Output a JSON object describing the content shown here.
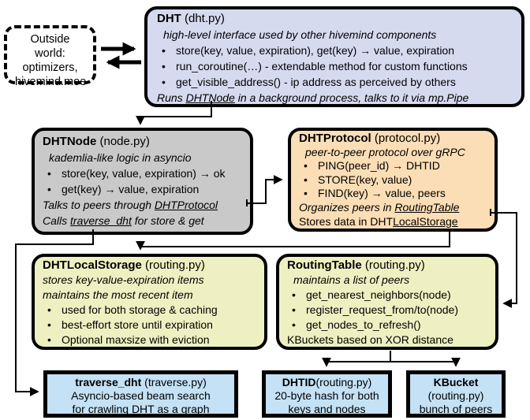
{
  "glyphs": {
    "bullet": "•"
  },
  "colors": {
    "lavender": "#d6daef",
    "gray": "#c9c9c9",
    "peach": "#fcdeb6",
    "yellow": "#eff0c2",
    "blue": "#c4e1f5",
    "line": "#000000"
  },
  "outside_world": {
    "lines": [
      "Outside world:",
      "optimizers,",
      "hivemind.moe"
    ]
  },
  "dht": {
    "title": "DHT",
    "file": " (dht.py)",
    "subtitle": "high-level interface used by other hivemind components",
    "bullets": [
      "store(key, value, expiration), get(key) → value, expiration",
      "run_coroutine(…) - extendable method for custom functions",
      "get_visible_address() - ip address as perceived by others"
    ],
    "footer_pre": "Runs ",
    "footer_link": "DHTNode",
    "footer_post": " in a background process, talks to it via mp.Pipe"
  },
  "dhtnode": {
    "title": "DHTNode",
    "file": " (node.py)",
    "subtitle": "kademlia-like logic in asyncio",
    "bullets": [
      "store(key, value, expiration) → ok",
      "get(key) → value, expiration"
    ],
    "line5_pre": "Talks to peers through ",
    "line5_link": "DHTProtocol",
    "line6_pre": "Calls ",
    "line6_link": "traverse_dht",
    "line6_post": " for store & get"
  },
  "dhtprotocol": {
    "title": "DHTProtocol",
    "file": " (protocol.py)",
    "subtitle": "peer-to-peer protocol over gRPC",
    "bullets": [
      "PING(peer_id) → DHTID",
      "STORE(key, value)",
      "FIND(key) → value, peers"
    ],
    "line6_pre": "Organizes peers in ",
    "line6_link": "RoutingTable",
    "line7_pre": "Stores data in DHT",
    "line7_link": "LocalStorage"
  },
  "dhtlocalstorage": {
    "title": "DHTLocalStorage",
    "file": " (routing.py)",
    "subtitle1": "stores key-value-expiration items",
    "subtitle2": "maintains the most recent item",
    "bullets": [
      "used for both storage & caching",
      "best-effort store until expiration",
      "Optional maxsize with eviction"
    ]
  },
  "routingtable": {
    "title": "RoutingTable",
    "file": " (routing.py)",
    "subtitle": "maintains a list of peers",
    "bullets": [
      "get_nearest_neighbors(node)",
      "register_request_from/to(node)",
      "get_nodes_to_refresh()"
    ],
    "footer": "KBuckets based on XOR distance"
  },
  "traverse": {
    "title": "traverse_dht",
    "file": " (traverse.py)",
    "lines": [
      "Asyncio-based beam search",
      "for crawling DHT as a graph"
    ]
  },
  "dhtid": {
    "title": "DHTID",
    "file": "(routing.py)",
    "lines": [
      "20-byte hash for both",
      "keys and nodes"
    ]
  },
  "kbucket": {
    "title": "KBucket",
    "file": "(routing.py)",
    "lines": [
      "bunch of peers"
    ]
  }
}
